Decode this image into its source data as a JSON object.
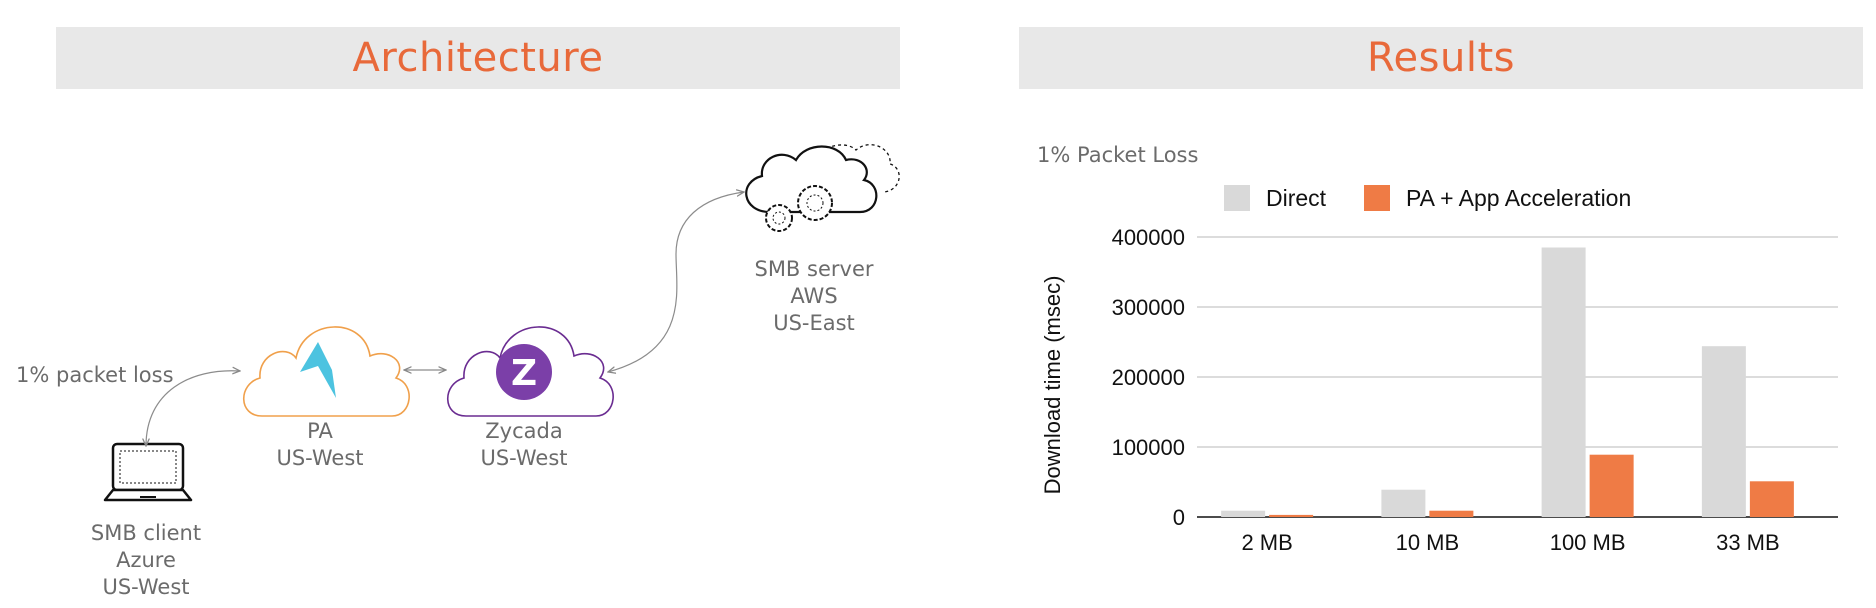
{
  "architecture": {
    "title": "Architecture",
    "packet_loss_label": "1% packet loss",
    "nodes": {
      "smb_client": [
        "SMB client",
        "Azure",
        "US-West"
      ],
      "pa": [
        "PA",
        "US-West"
      ],
      "zycada": [
        "Zycada",
        "US-West"
      ],
      "smb_server": [
        "SMB server",
        "AWS",
        "US-East"
      ]
    },
    "colors": {
      "pa_cloud": "#f0a04b",
      "zycada_cloud": "#6a2c91",
      "pa_logo": "#4cc3e0",
      "zycada_logo": "#7b3fa8"
    },
    "icons": [
      "laptop-icon",
      "pa-cloud-icon",
      "zycada-cloud-icon",
      "server-cloud-gears-icon"
    ]
  },
  "results": {
    "title": "Results",
    "subtitle": "1% Packet Loss"
  },
  "chart_data": {
    "type": "bar",
    "categories": [
      "2 MB",
      "10 MB",
      "100 MB",
      "33 MB"
    ],
    "series": [
      {
        "name": "Direct",
        "color": "#d9d9d9",
        "values": [
          9000,
          39000,
          385000,
          244000
        ]
      },
      {
        "name": "PA + App Acceleration",
        "color": "#ef7b45",
        "values": [
          3000,
          9000,
          89000,
          51000
        ]
      }
    ],
    "ylabel": "Download time (msec)",
    "xlabel": "",
    "ylim": [
      0,
      400000
    ],
    "yticks": [
      0,
      100000,
      200000,
      300000,
      400000
    ],
    "grid": true,
    "legend": "top-left"
  }
}
